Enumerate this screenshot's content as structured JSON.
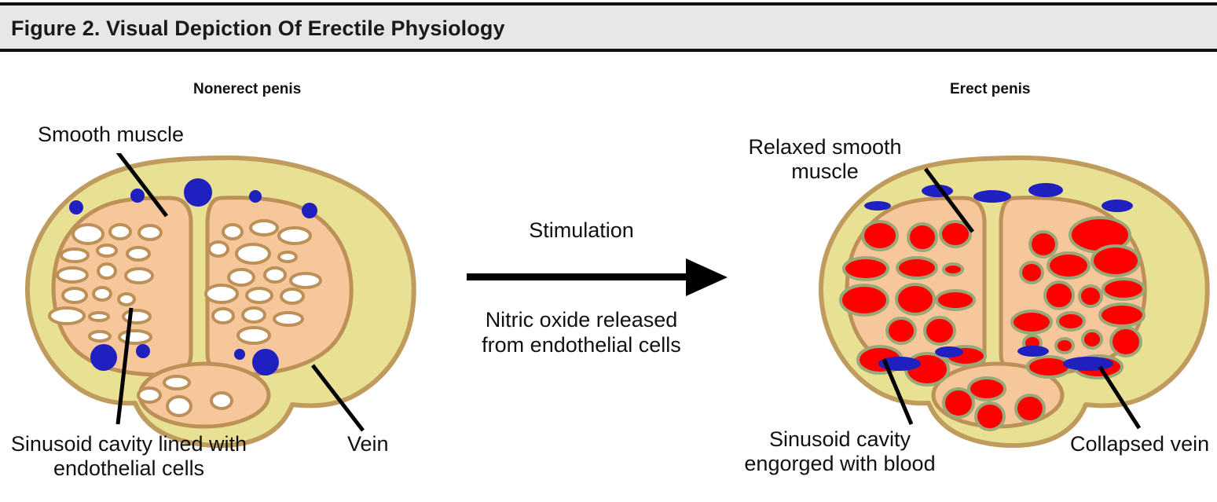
{
  "figure": {
    "title": "Figure 2. Visual Depiction Of Erectile Physiology"
  },
  "panels": {
    "left": {
      "title": "Nonerect penis",
      "labels": {
        "smooth_muscle": "Smooth muscle",
        "sinusoid": "Sinusoid cavity lined with\nendothelial cells",
        "vein": "Vein"
      }
    },
    "right": {
      "title": "Erect penis",
      "labels": {
        "relaxed_muscle": "Relaxed smooth\nmuscle",
        "sinusoid": "Sinusoid cavity\nengorged with blood",
        "collapsed_vein": "Collapsed vein"
      }
    }
  },
  "middle": {
    "arrow_label_top": "Stimulation",
    "arrow_label_bottom": "Nitric oxide released\nfrom endothelial cells",
    "arrow_icon": "right-arrow-icon"
  },
  "colors": {
    "title_bar_bg": "#e7e7e7",
    "title_bar_rule": "#111111",
    "tunica_fill": "#e8e093",
    "tunica_stroke": "#c09b5e",
    "corpus_fill": "#f5c79b",
    "corpus_stroke": "#bc9056",
    "sinusoid_empty_fill": "#ffffff",
    "sinusoid_empty_stroke": "#bc9056",
    "sinusoid_blood_fill": "#ff0000",
    "sinusoid_blood_stroke": "#9aa878",
    "vein_fill": "#2020c0",
    "leader_line": "#000000",
    "text": "#111111"
  }
}
